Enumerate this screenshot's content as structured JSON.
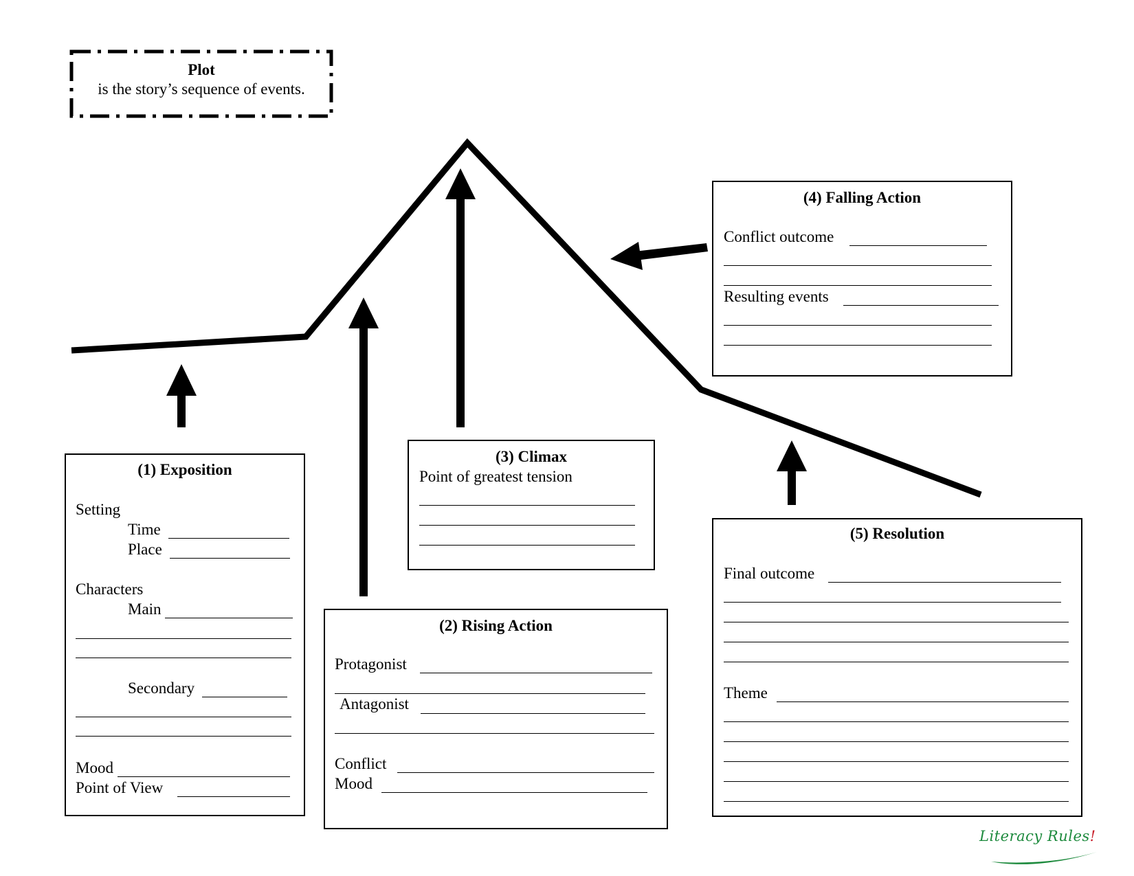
{
  "definition": {
    "title": "Plot",
    "text": "is the story’s sequence of events."
  },
  "exposition": {
    "title": "(1) Exposition",
    "setting": "Setting",
    "time": "Time",
    "place": "Place",
    "characters": "Characters",
    "main": "Main",
    "secondary": "Secondary",
    "mood": "Mood",
    "point_of_view": "Point of View"
  },
  "rising_action": {
    "title": "(2) Rising Action",
    "protagonist": "Protagonist",
    "antagonist": "Antagonist",
    "conflict": "Conflict",
    "mood": "Mood"
  },
  "climax": {
    "title": "(3) Climax",
    "subtitle": "Point of greatest tension"
  },
  "falling_action": {
    "title": "(4) Falling Action",
    "conflict_outcome": "Conflict outcome",
    "resulting_events": "Resulting events"
  },
  "resolution": {
    "title": "(5) Resolution",
    "final_outcome": "Final outcome",
    "theme": "Theme"
  },
  "logo": {
    "text": "Literacy Rules",
    "mark": "!"
  },
  "colors": {
    "line": "#000000",
    "logo_green": "#1d8a3d",
    "logo_red": "#c8202b"
  }
}
